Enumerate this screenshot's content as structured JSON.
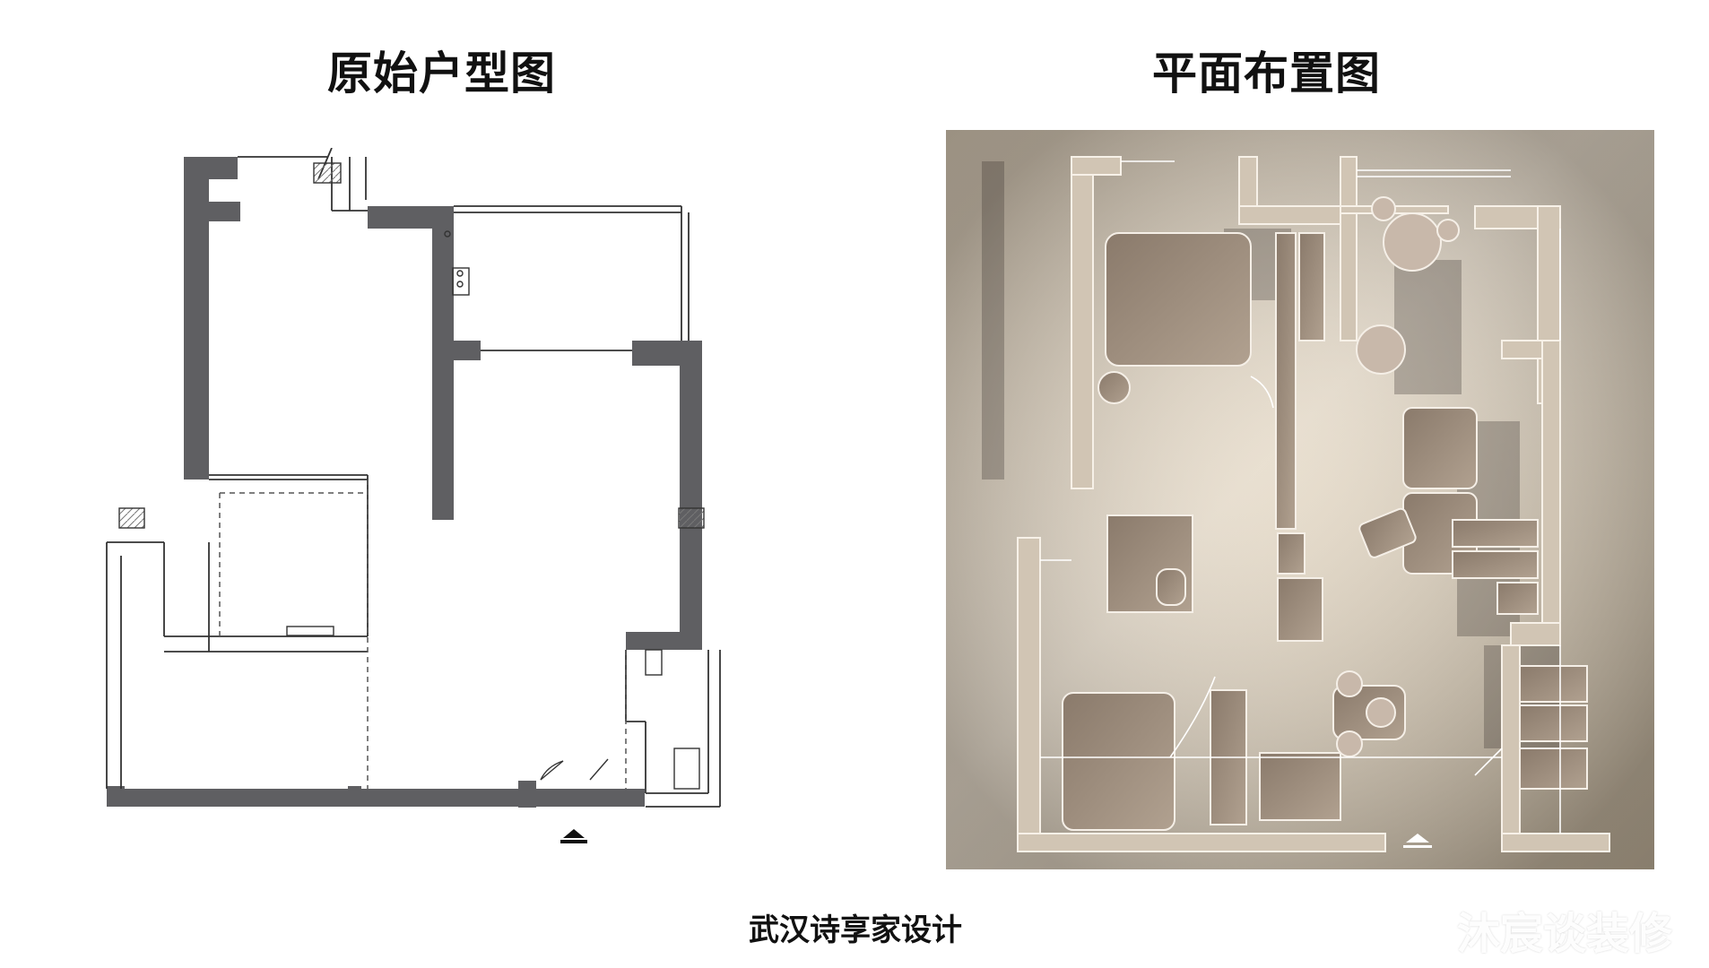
{
  "titles": {
    "left": "原始户型图",
    "right": "平面布置图"
  },
  "footer": "武汉诗享家设计",
  "watermark": "沐宸谈装修",
  "colors": {
    "wall_dark": "#5f5f62",
    "line": "#333333",
    "layout_bg_light": "#e8dcc9",
    "layout_bg_dark": "#b7a993",
    "furniture": "#9d8d7d"
  }
}
